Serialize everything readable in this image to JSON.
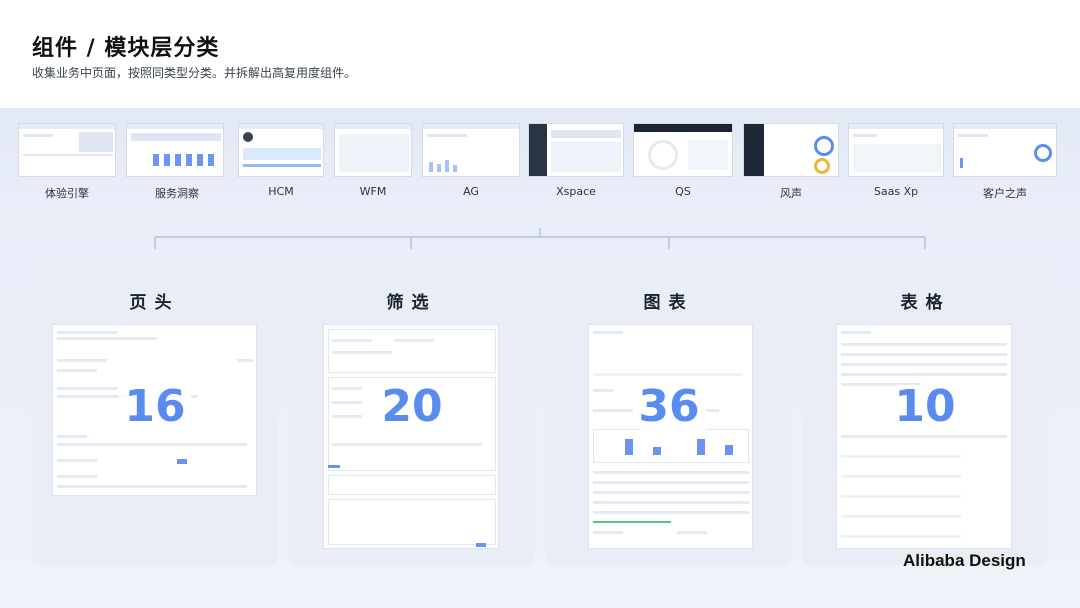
{
  "header": {
    "title": "组件 / 模块层分类",
    "subtitle": "收集业务中页面，按照同类型分类。并拆解出高复用度组件。"
  },
  "products": [
    {
      "label": "体验引擎"
    },
    {
      "label": "服务洞察"
    },
    {
      "label": "HCM"
    },
    {
      "label": "WFM"
    },
    {
      "label": "AG"
    },
    {
      "label": "Xspace"
    },
    {
      "label": "QS"
    },
    {
      "label": "风声"
    },
    {
      "label": "Saas Xp"
    },
    {
      "label": "客户之声"
    }
  ],
  "categories": [
    {
      "title": "页头",
      "count": "16"
    },
    {
      "title": "筛选",
      "count": "20"
    },
    {
      "title": "图表",
      "count": "36"
    },
    {
      "title": "表格",
      "count": "10"
    }
  ],
  "brand": "Alibaba Design",
  "colors": {
    "accent": "#5a8cf0",
    "card_bg": "#e7ecf6",
    "title": "#111111"
  }
}
